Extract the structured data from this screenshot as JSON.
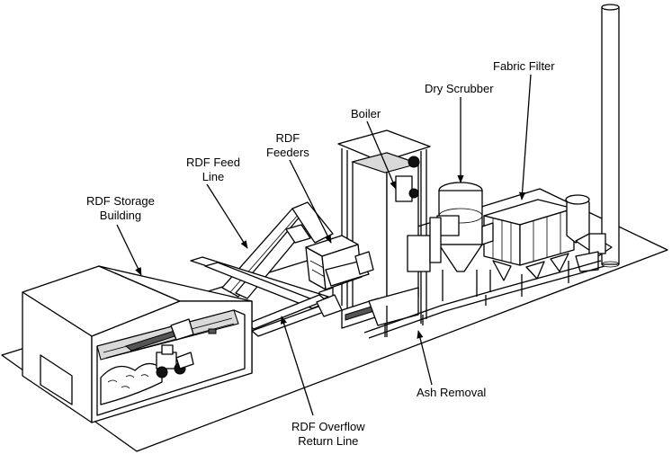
{
  "labels": {
    "fabric_filter": "Fabric Filter",
    "dry_scrubber": "Dry Scrubber",
    "boiler": "Boiler",
    "rdf_feeders_1": "RDF",
    "rdf_feeders_2": "Feeders",
    "rdf_feed_line_1": "RDF Feed",
    "rdf_feed_line_2": "Line",
    "rdf_storage_1": "RDF Storage",
    "rdf_storage_2": "Building",
    "ash_removal": "Ash Removal",
    "rdf_overflow_1": "RDF Overflow",
    "rdf_overflow_2": "Return Line"
  }
}
